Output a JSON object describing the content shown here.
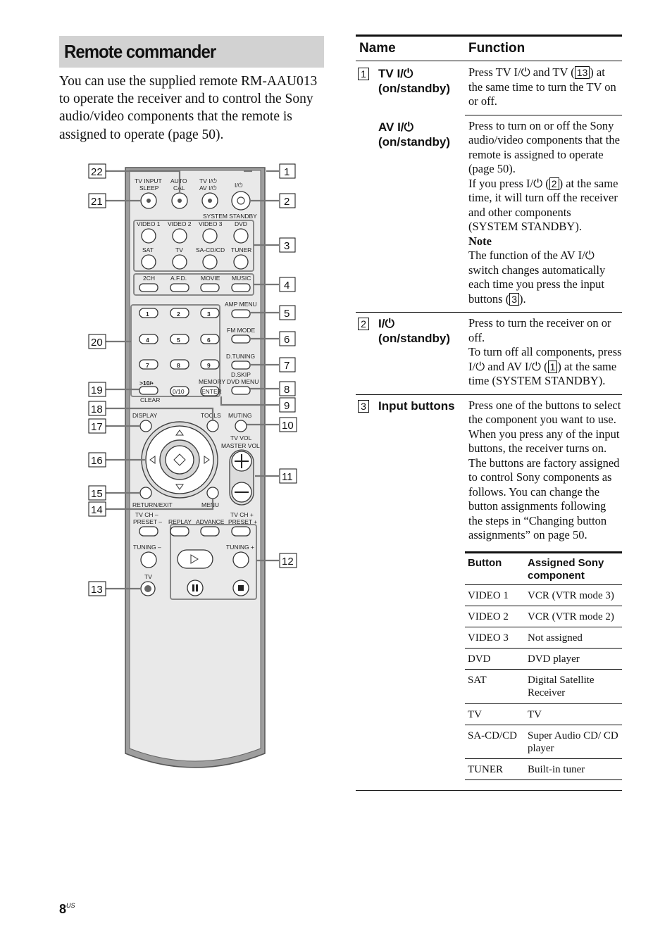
{
  "section_title": "Remote commander",
  "intro_text": "You can use the supplied remote RM-AAU013 to operate the receiver and to control the Sony audio/video components that the remote is assigned to operate (page 50).",
  "page_number": "8",
  "page_suffix": "US",
  "remote": {
    "callouts_right": [
      "1",
      "2",
      "3",
      "4",
      "5",
      "6",
      "7",
      "8",
      "9",
      "10",
      "11",
      "12"
    ],
    "callouts_left": [
      "22",
      "21",
      "20",
      "19",
      "18",
      "17",
      "16",
      "15",
      "14",
      "13"
    ],
    "top_labels": [
      "TV INPUT",
      "SLEEP",
      "AUTO",
      "CAL",
      "TV I/⏻",
      "AV I/⏻",
      "I/⏻",
      "SYSTEM STANDBY"
    ],
    "input_row1": [
      "VIDEO 1",
      "VIDEO 2",
      "VIDEO 3",
      "DVD"
    ],
    "input_row2": [
      "SAT",
      "TV",
      "SA-CD/CD",
      "TUNER"
    ],
    "mode_row": [
      "2CH",
      "A.F.D.",
      "MOVIE",
      "MUSIC"
    ],
    "numbers": [
      "1",
      "2",
      "3",
      "4",
      "5",
      "6",
      "7",
      "8",
      "9"
    ],
    "num_side": [
      "AMP MENU",
      "FM MODE",
      "D.TUNING",
      "D.SKIP",
      "DVD MENU"
    ],
    "row_ten": [
      ">10/•",
      "-",
      "CLEAR",
      "0/10",
      "MEMORY",
      "ENTER"
    ],
    "nav_labels": [
      "DISPLAY",
      "TOOLS",
      "MUTING",
      "TV VOL",
      "MASTER VOL",
      "RETURN/EXIT",
      "MENU"
    ],
    "transport_labels": [
      "TV CH –",
      "PRESET –",
      "REPLAY",
      "ADVANCE",
      "TV CH +",
      "PRESET +",
      "TUNING –",
      "TUNING +",
      "TV"
    ]
  },
  "table": {
    "header_name": "Name",
    "header_function": "Function",
    "rows": [
      {
        "num": "1",
        "name": "TV I/⏻ (on/standby)",
        "func_pre": "Press TV I/⏻ and TV (",
        "func_box": "13",
        "func_post": ") at the same time to turn the TV on or off."
      },
      {
        "name": "AV I/⏻ (on/standby)",
        "func_a": "Press to turn on or off the Sony audio/video components that the remote is assigned to operate (page 50).",
        "func_b_pre": "If you press I/⏻ (",
        "func_b_box": "2",
        "func_b_post": ") at the same time, it will turn off the receiver and other components (SYSTEM STANDBY).",
        "note_label": "Note",
        "note_pre": "The function of the AV I/⏻ switch changes automatically each time you press the input buttons (",
        "note_box": "3",
        "note_post": ")."
      },
      {
        "num": "2",
        "name": "I/⏻ (on/standby)",
        "func_a": "Press to turn the receiver on or off.",
        "func_b_pre": "To turn off all components, press I/⏻ and AV I/⏻ (",
        "func_b_box": "1",
        "func_b_post": ") at the same time (SYSTEM STANDBY)."
      },
      {
        "num": "3",
        "name": "Input buttons",
        "func_a": "Press one of the buttons to select the component you want to use. When you press any of the input buttons, the receiver turns on. The buttons are factory assigned to control Sony components as follows. You can change the button assignments following the steps in “Changing button assignments” on page 50."
      }
    ]
  },
  "assign_table": {
    "header_button": "Button",
    "header_component": "Assigned Sony component",
    "rows": [
      {
        "button": "VIDEO 1",
        "component": "VCR (VTR mode 3)"
      },
      {
        "button": "VIDEO 2",
        "component": "VCR (VTR mode 2)"
      },
      {
        "button": "VIDEO 3",
        "component": "Not assigned"
      },
      {
        "button": "DVD",
        "component": "DVD player"
      },
      {
        "button": "SAT",
        "component": "Digital Satellite Receiver"
      },
      {
        "button": "TV",
        "component": "TV"
      },
      {
        "button": "SA-CD/CD",
        "component": "Super Audio CD/ CD player"
      },
      {
        "button": "TUNER",
        "component": "Built-in tuner"
      }
    ]
  }
}
